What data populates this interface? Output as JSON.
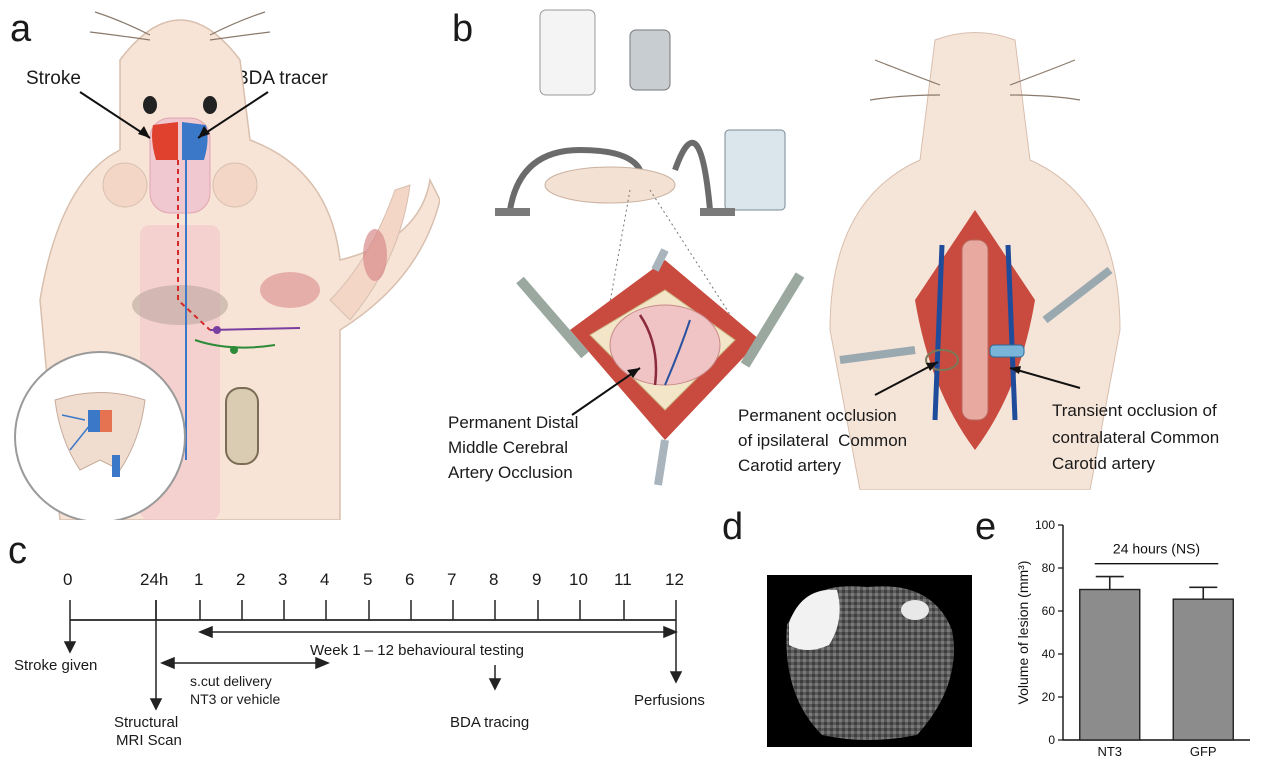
{
  "panels": {
    "a": {
      "letter": "a",
      "labels": {
        "stroke": "Stroke",
        "tracer": "BDA tracer"
      }
    },
    "b": {
      "letter": "b",
      "labels": {
        "distal_line1": "Permanent Distal",
        "distal_line2": "Middle Cerebral",
        "distal_line3": "Artery Occlusion",
        "permanent_line1": "Permanent occlusion",
        "permanent_line2": "of ipsilateral  Common",
        "permanent_line3": "Carotid artery",
        "transient_line1": "Transient occlusion of",
        "transient_line2": "contralateral Common",
        "transient_line3": "Carotid artery"
      }
    },
    "c": {
      "letter": "c",
      "ticks": [
        "0",
        "24h",
        "1",
        "2",
        "3",
        "4",
        "5",
        "6",
        "7",
        "8",
        "9",
        "10",
        "11",
        "12"
      ],
      "events": {
        "stroke": "Stroke given",
        "mri_line1": "Structural",
        "mri_line2": "MRI Scan",
        "delivery_line1": "s.cut delivery",
        "delivery_line2": "NT3 or vehicle",
        "testing": "Week 1 – 12 behavioural testing",
        "bda": "BDA tracing",
        "perfusions": "Perfusions"
      }
    },
    "d": {
      "letter": "d"
    },
    "e": {
      "letter": "e"
    }
  },
  "chart_data": {
    "type": "bar",
    "categories": [
      "NT3",
      "GFP"
    ],
    "values": [
      70,
      65.5
    ],
    "errors": [
      6,
      5.5
    ],
    "ylabel": "Volume of lesion (mm³)",
    "ylim": [
      0,
      100
    ],
    "yticks": [
      "0",
      "20",
      "40",
      "60",
      "80",
      "100"
    ],
    "annotation": "24 hours (NS)",
    "colors": {
      "bar": "#8c8c8c"
    }
  }
}
